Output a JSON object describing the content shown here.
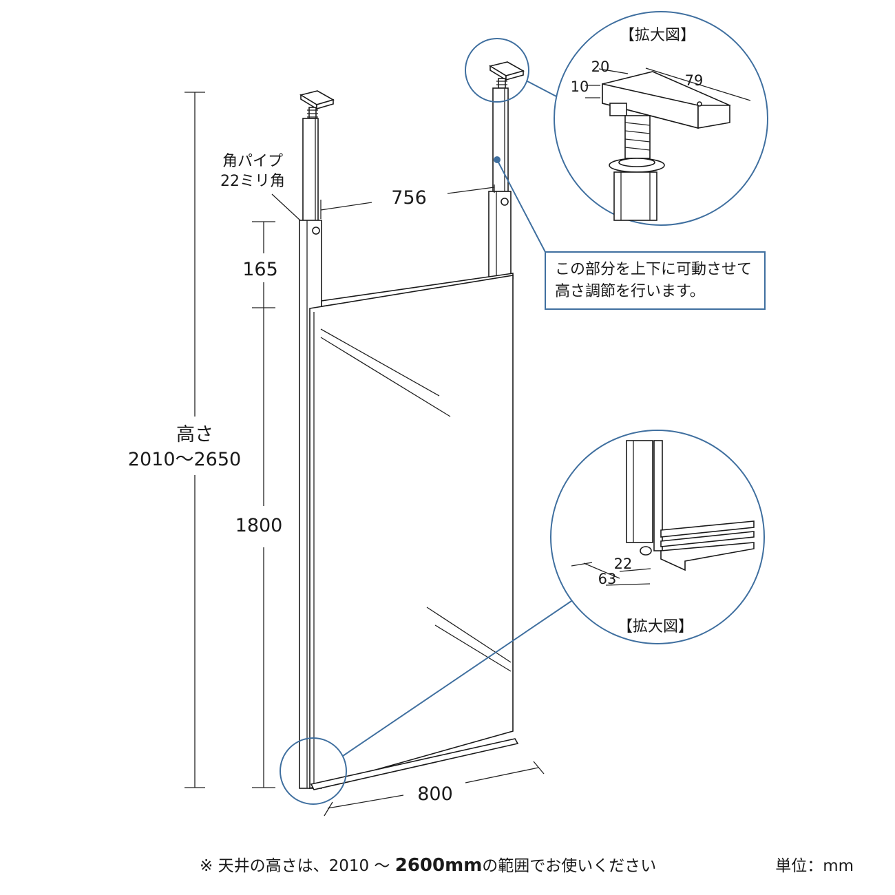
{
  "dimensions": {
    "height_label": "高さ",
    "height_range": "2010〜2650",
    "upper_gap": "165",
    "panel_height": "1800",
    "top_width": "756",
    "bottom_width": "800"
  },
  "pipe_label": {
    "line1": "角パイプ",
    "line2": "22ミリ角"
  },
  "zoom_top": {
    "title": "【拡大図】",
    "dim_a": "20",
    "dim_b": "10",
    "dim_c": "79"
  },
  "zoom_bottom": {
    "title": "【拡大図】",
    "dim_a": "22",
    "dim_b": "63"
  },
  "callout": {
    "line1": "この部分を上下に可動させて",
    "line2": "高さ調節を行います。"
  },
  "footer": {
    "prefix": "※ 天井の高さは、2010 〜 ",
    "bold": "2600mm",
    "suffix": "の範囲でお使いください",
    "unit": "単位：mm"
  },
  "colors": {
    "accent": "#3f6f9f",
    "line": "#1a1a1a"
  }
}
